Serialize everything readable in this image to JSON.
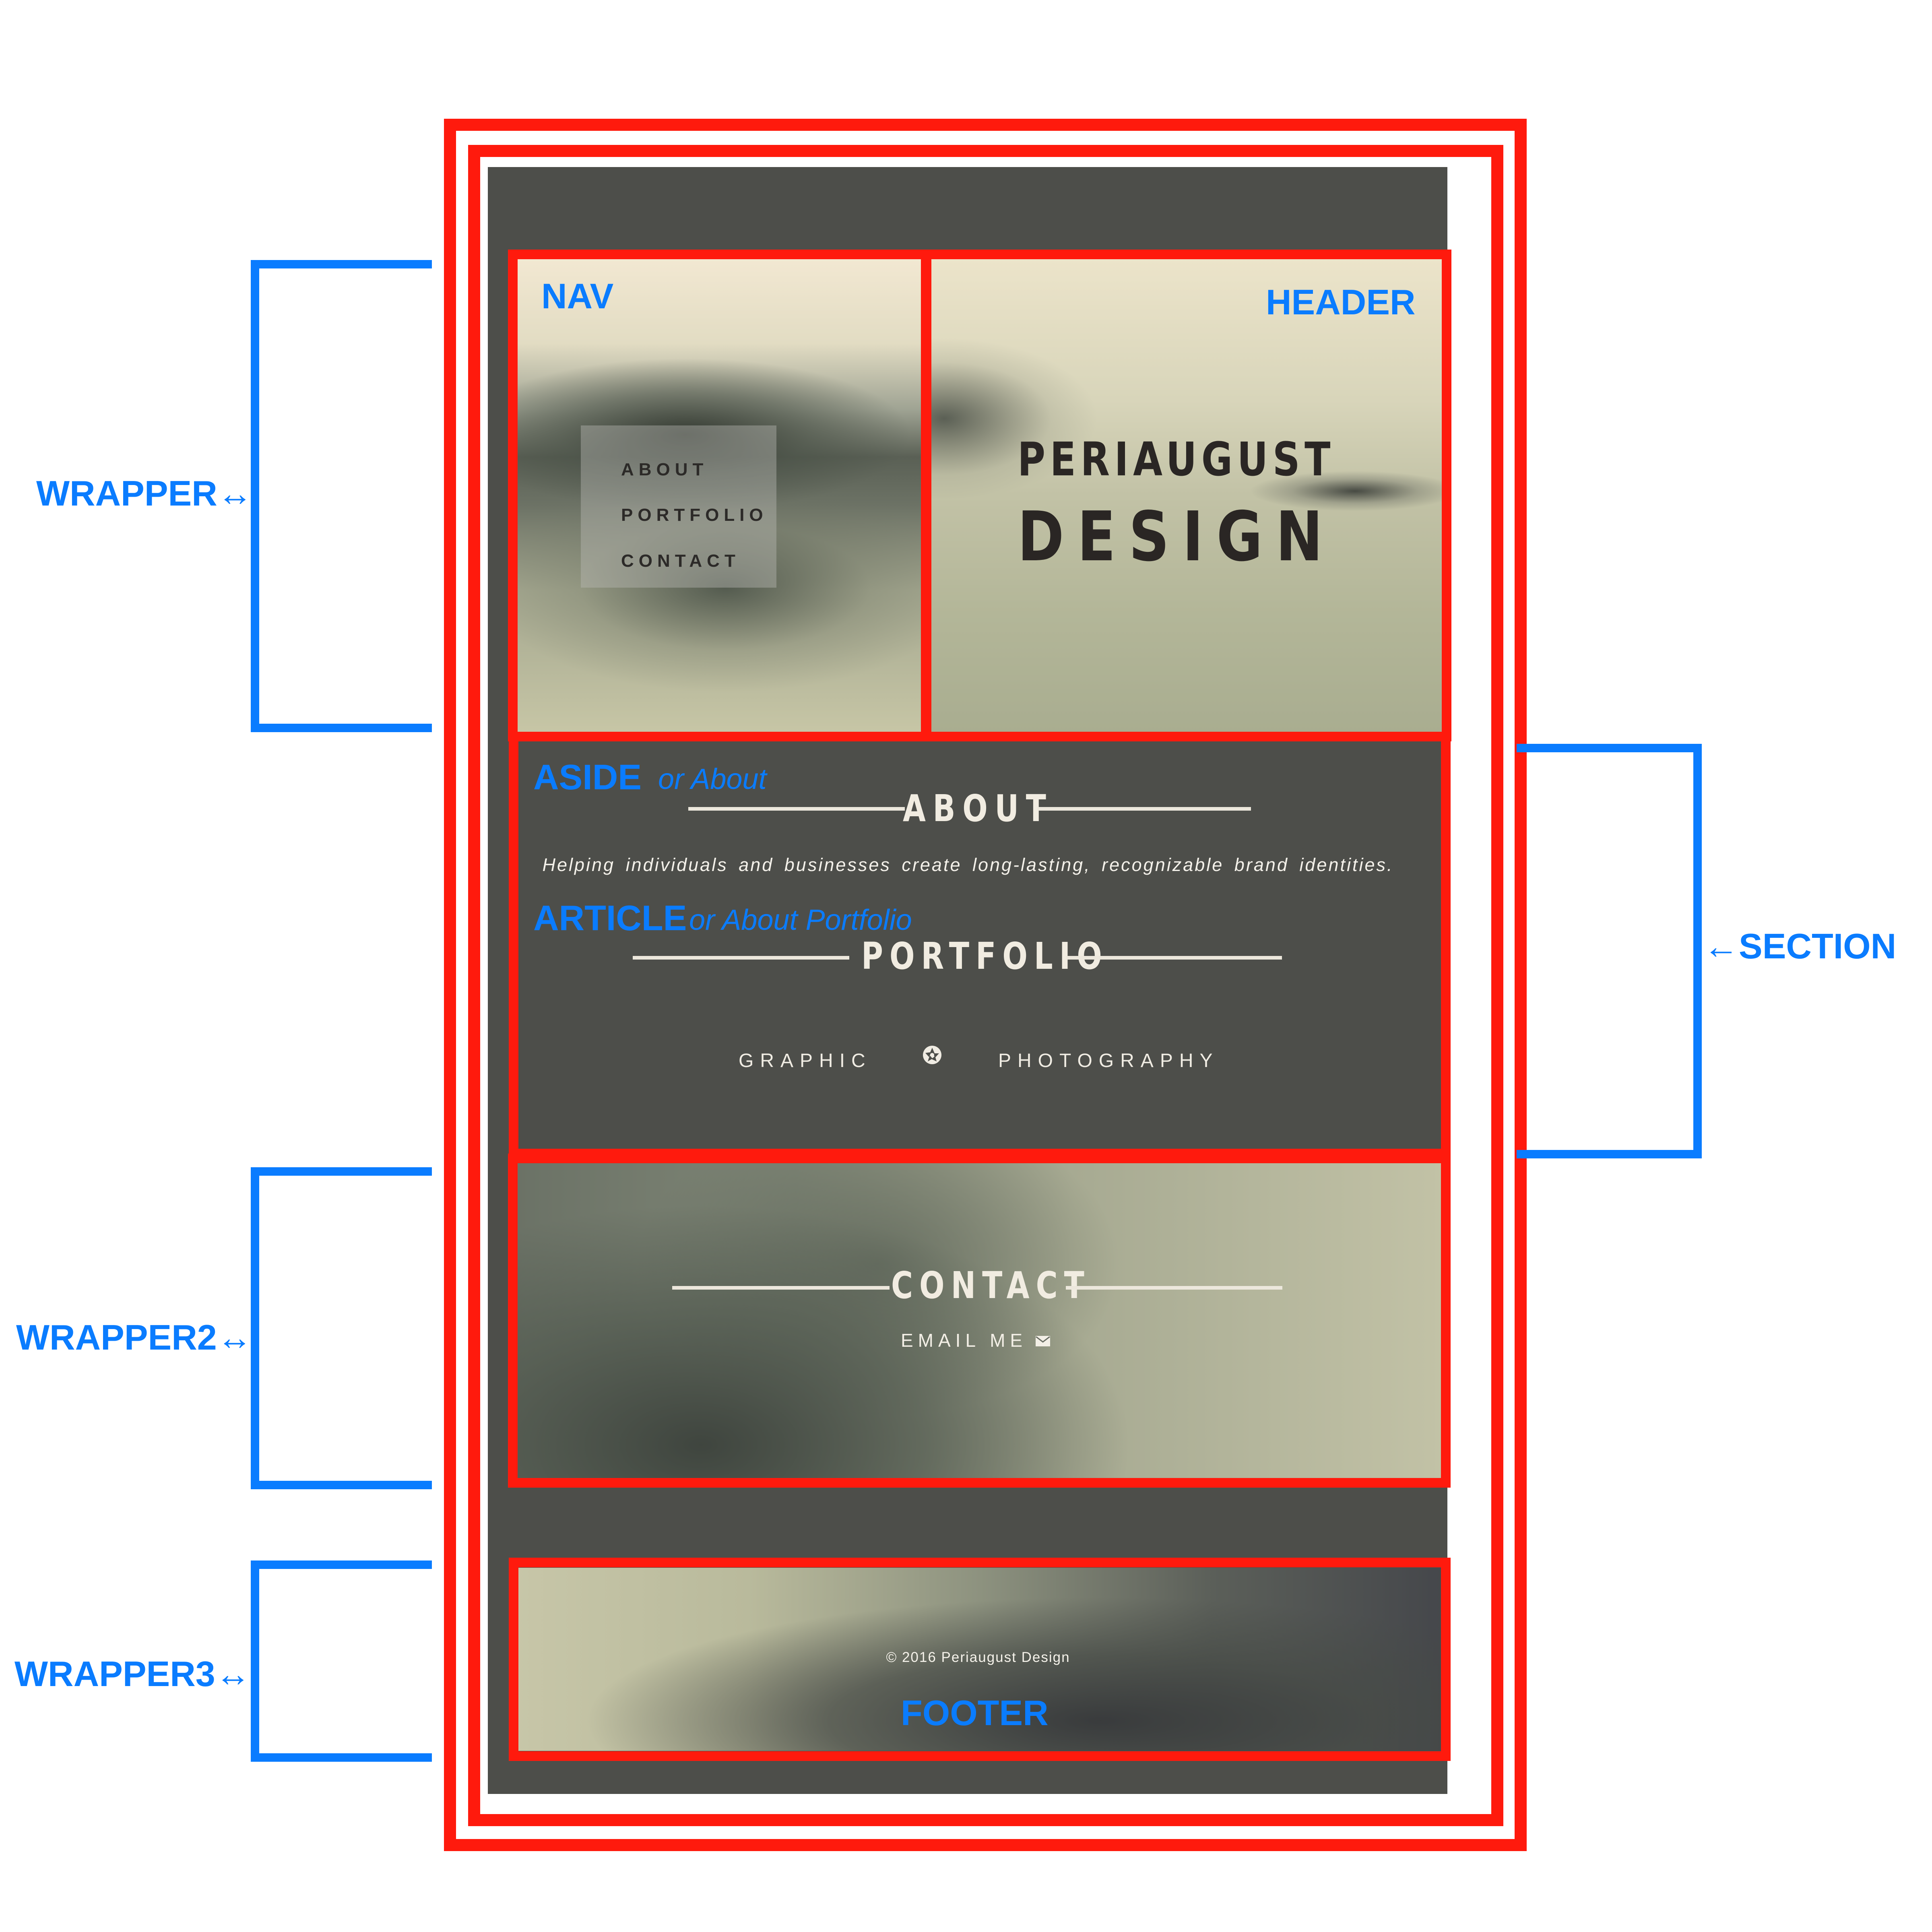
{
  "annotations": {
    "wrapper": "WRAPPER↔",
    "wrapper2": "WRAPPER2↔",
    "wrapper3": "WRAPPER3↔",
    "section": "←SECTION",
    "nav": "NAV",
    "header": "HEADER",
    "aside": "ASIDE",
    "aside_sub": "or About",
    "article": "ARTICLE",
    "article_sub": "or About Portfolio",
    "footer": "FOOTER"
  },
  "nav": {
    "items": [
      "ABOUT",
      "PORTFOLIO",
      "CONTACT"
    ]
  },
  "header": {
    "line1": "PERIAUGUST",
    "line2": "DESIGN"
  },
  "about": {
    "heading": "ABOUT",
    "tagline": "Helping individuals and businesses create long-lasting, recognizable brand identities."
  },
  "portfolio": {
    "heading": "PORTFOLIO",
    "link_left": "GRAPHIC",
    "link_right": "PHOTOGRAPHY",
    "center_icon": "camera-aperture-icon"
  },
  "contact": {
    "heading": "CONTACT",
    "email_label": "EMAIL ME",
    "email_icon": "envelope-icon"
  },
  "footer": {
    "copyright": "© 2016 Periaugust Design"
  },
  "colors": {
    "annotation_blue": "#0a7cff",
    "frame_red": "#ff1a0d",
    "page_dark": "#4d4e4a"
  }
}
